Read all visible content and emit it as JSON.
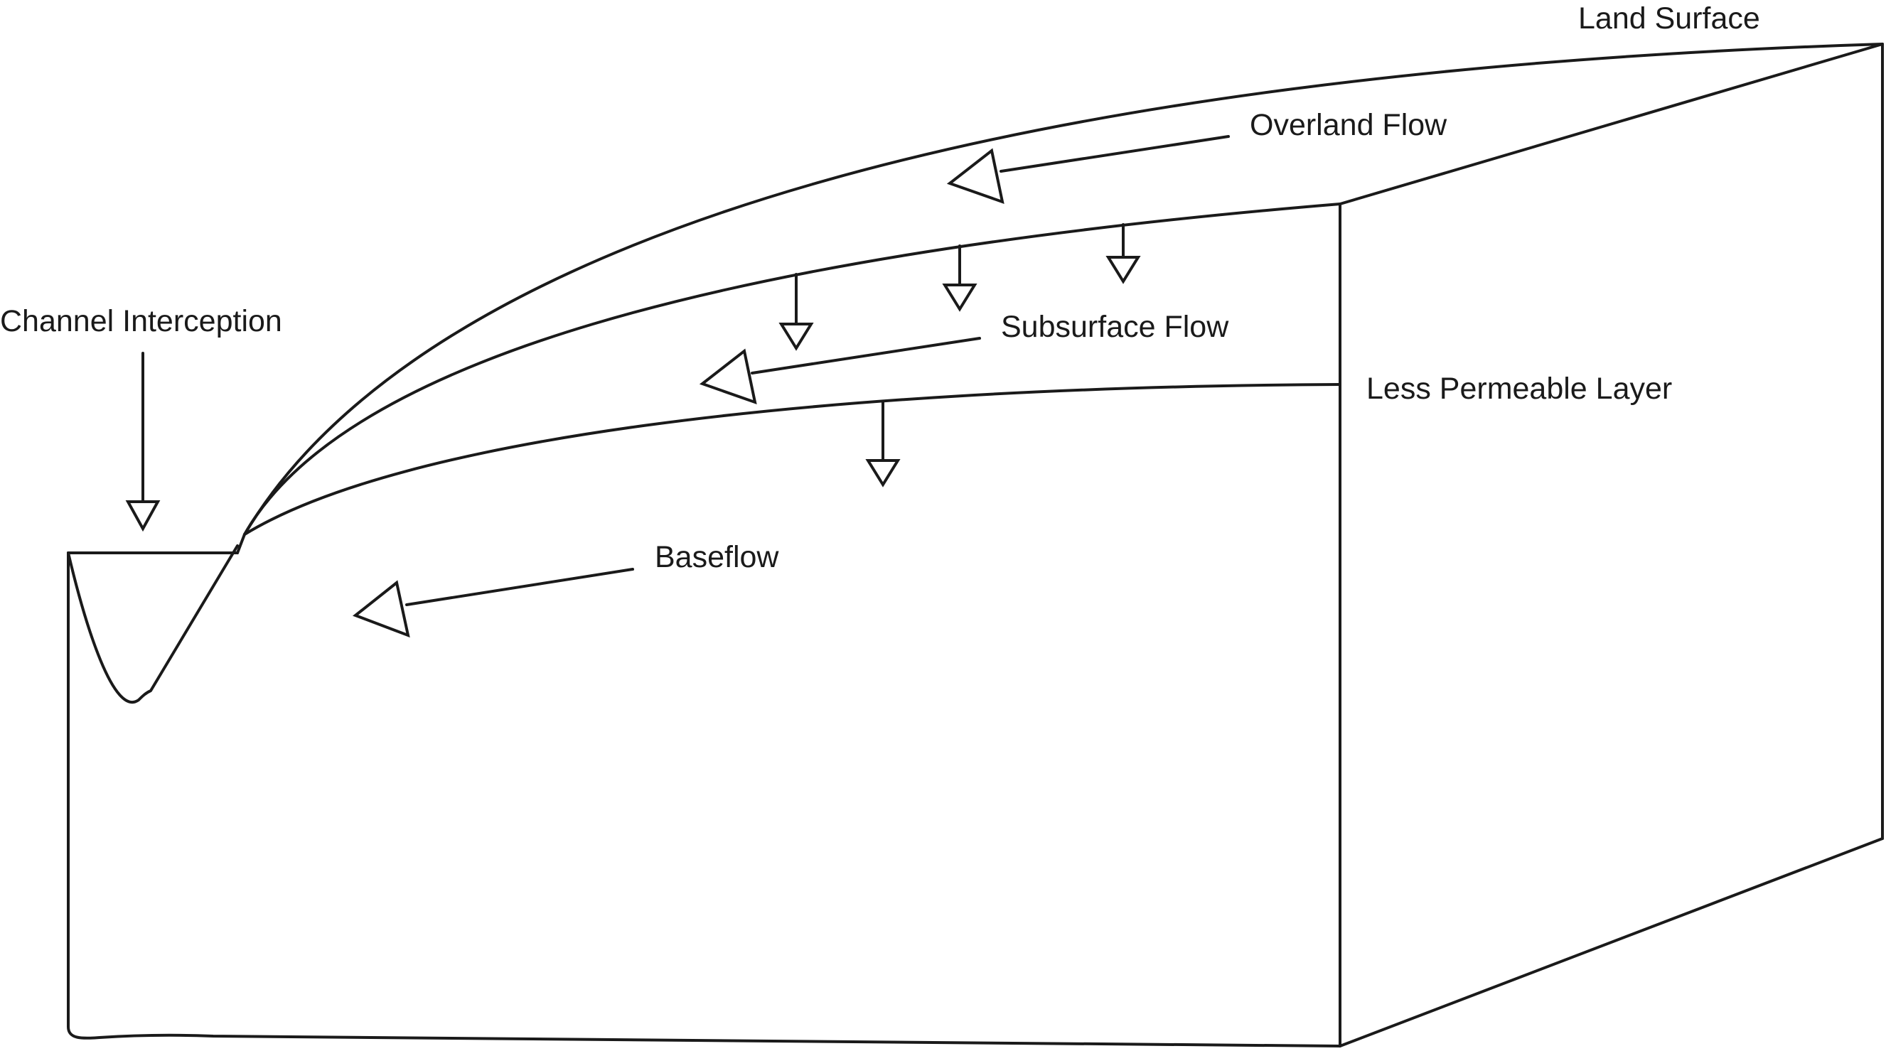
{
  "labels": {
    "land_surface": "Land Surface",
    "overland_flow": "Overland Flow",
    "channel_interception": "Channel Interception",
    "subsurface_flow": "Subsurface Flow",
    "less_permeable_layer": "Less Permeable Layer",
    "baseflow": "Baseflow"
  },
  "colors": {
    "line": "#1a1a1a",
    "background": "#ffffff"
  }
}
